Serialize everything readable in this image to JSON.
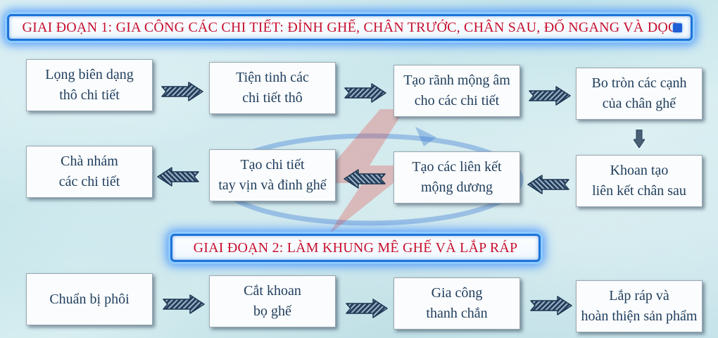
{
  "stage1_banner": "GIAI ĐOẠN 1: GIA CÔNG CÁC CHI TIẾT: ĐỈNH GHẾ, CHÂN TRƯỚC, CHÂN SAU, ĐỐ NGANG VÀ DỌC",
  "stage2_banner": "GIAI ĐOẠN  2: LÀM KHUNG MÊ GHẾ VÀ LẮP RÁP",
  "stage1_row1": [
    {
      "text": "Lọng biên dạng\nthô chi tiết"
    },
    {
      "text": "Tiện tinh các\nchi tiết thô"
    },
    {
      "text": "Tạo rãnh mộng âm\ncho các chi tiết"
    },
    {
      "text": "Bo tròn các cạnh\ncủa chân ghế"
    }
  ],
  "stage1_row2": [
    {
      "text": "Chà nhám\ncác chi tiết"
    },
    {
      "text": "Tạo chi tiết\ntay vịn và đỉnh ghế"
    },
    {
      "text": "Tạo các liên kết\nmộng dương"
    },
    {
      "text": "Khoan tạo\nliên kết chân sau"
    }
  ],
  "stage2_row": [
    {
      "text": "Chuẩn bị phôi"
    },
    {
      "text": "Cắt khoan\nbọ ghế"
    },
    {
      "text": "Gia công\nthanh chắn"
    },
    {
      "text": "Lắp ráp và\nhoàn thiện sản phẩm"
    }
  ],
  "colors": {
    "banner_text": "#c8102e",
    "banner_glow": "#1d73d8",
    "box_text": "#1f3d5c",
    "arrow_fill": "#243f5e",
    "logo_red": "#e53935",
    "logo_blue": "#2f6fd0"
  }
}
